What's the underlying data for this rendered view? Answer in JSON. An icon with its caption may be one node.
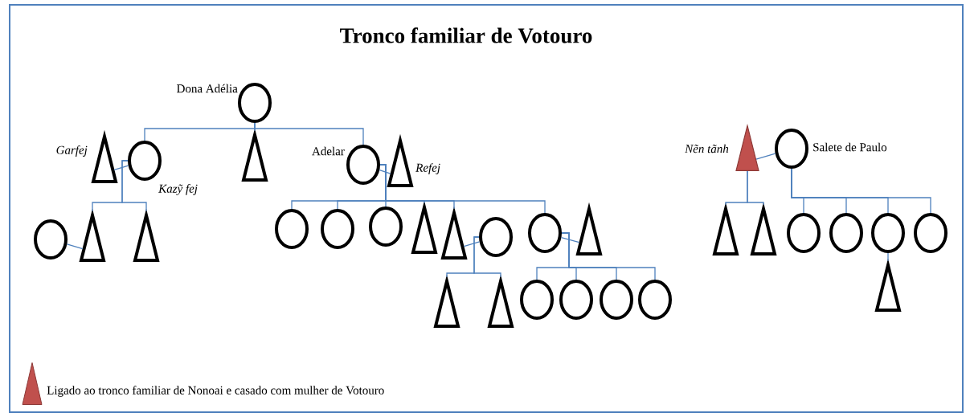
{
  "diagram": {
    "title": "Tronco familiar de Votouro",
    "nodes": [
      {
        "text": [],
        "shape": "circle",
        "beside": [
          "Dona Adélia"
        ]
      },
      {
        "text": [],
        "shape": "triangle",
        "beside": [
          "Garfej"
        ]
      },
      {
        "text": [],
        "shape": "circle",
        "beside": [
          "Kazỹ fej"
        ]
      },
      {
        "text": [],
        "shape": "triangle"
      },
      {
        "text": [],
        "shape": "circle",
        "beside": [
          "Adelar"
        ]
      },
      {
        "text": [],
        "shape": "triangle",
        "beside": [
          "Refej"
        ]
      },
      {
        "text": [],
        "shape": "triangle",
        "beside": [
          "Nẽn tãnh"
        ]
      },
      {
        "text": [],
        "shape": "circle",
        "beside": [
          "Salete de Paulo"
        ]
      },
      {
        "text": [],
        "shape": "circle"
      },
      {
        "text": [],
        "shape": "triangle"
      },
      {
        "text": [],
        "shape": "triangle"
      },
      {
        "text": [],
        "shape": "circle"
      },
      {
        "text": [],
        "shape": "circle"
      },
      {
        "text": [],
        "shape": "circle"
      },
      {
        "text": [],
        "shape": "triangle"
      },
      {
        "text": [],
        "shape": "triangle"
      },
      {
        "text": [],
        "shape": "circle"
      },
      {
        "text": [],
        "shape": "circle"
      },
      {
        "text": [],
        "shape": "triangle"
      },
      {
        "text": [],
        "shape": "triangle"
      },
      {
        "text": [],
        "shape": "triangle"
      },
      {
        "text": [],
        "shape": "circle"
      },
      {
        "text": [],
        "shape": "circle"
      },
      {
        "text": [],
        "shape": "circle"
      },
      {
        "text": [],
        "shape": "circle"
      },
      {
        "text": [],
        "shape": "triangle"
      },
      {
        "text": [],
        "shape": "triangle"
      },
      {
        "text": [],
        "shape": "circle"
      },
      {
        "text": [],
        "shape": "circle"
      },
      {
        "text": [],
        "shape": "circle"
      },
      {
        "text": [],
        "shape": "circle"
      },
      {
        "text": [],
        "shape": "triangle"
      }
    ],
    "edges": [
      {
        "from": 0,
        "to": 2,
        "arrow": "none"
      },
      {
        "from": 0,
        "to": 3,
        "arrow": "none"
      },
      {
        "from": 0,
        "to": 4,
        "arrow": "none"
      },
      {
        "from": 1,
        "to": 2,
        "arrow": "none"
      },
      {
        "from": 2,
        "to": 9,
        "arrow": "none"
      },
      {
        "from": 2,
        "to": 10,
        "arrow": "none"
      },
      {
        "from": 8,
        "to": 9,
        "arrow": "none"
      },
      {
        "from": 4,
        "to": 5,
        "arrow": "none"
      },
      {
        "from": 4,
        "to": 11,
        "arrow": "none"
      },
      {
        "from": 4,
        "to": 12,
        "arrow": "none"
      },
      {
        "from": 4,
        "to": 13,
        "arrow": "none"
      },
      {
        "from": 4,
        "to": 14,
        "arrow": "none"
      },
      {
        "from": 4,
        "to": 15,
        "arrow": "none"
      },
      {
        "from": 4,
        "to": 17,
        "arrow": "none"
      },
      {
        "from": 15,
        "to": 16,
        "arrow": "none"
      },
      {
        "from": 16,
        "to": 19,
        "arrow": "none"
      },
      {
        "from": 16,
        "to": 20,
        "arrow": "none"
      },
      {
        "from": 17,
        "to": 18,
        "arrow": "none"
      },
      {
        "from": 17,
        "to": 21,
        "arrow": "none"
      },
      {
        "from": 17,
        "to": 22,
        "arrow": "none"
      },
      {
        "from": 17,
        "to": 23,
        "arrow": "none"
      },
      {
        "from": 17,
        "to": 24,
        "arrow": "none"
      },
      {
        "from": 6,
        "to": 7,
        "arrow": "none"
      },
      {
        "from": 6,
        "to": 25,
        "arrow": "none"
      },
      {
        "from": 6,
        "to": 26,
        "arrow": "none"
      },
      {
        "from": 7,
        "to": 27,
        "arrow": "none"
      },
      {
        "from": 7,
        "to": 28,
        "arrow": "none"
      },
      {
        "from": 7,
        "to": 29,
        "arrow": "none"
      },
      {
        "from": 7,
        "to": 30,
        "arrow": "none"
      },
      {
        "from": 29,
        "to": 31,
        "arrow": "none"
      }
    ],
    "legend": [
      {
        "text": "Ligado ao tronco familiar de Nonoai e casado com mulher de Votouro",
        "color": "#c0504d"
      }
    ]
  }
}
